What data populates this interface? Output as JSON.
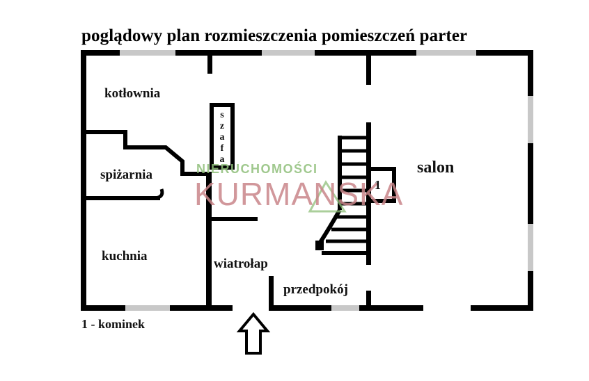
{
  "title": "poglądowy plan rozmieszczenia pomieszczeń parter",
  "rooms": {
    "kotlownia": "kotłownia",
    "spizarnia": "spiżarnia",
    "kuchnia": "kuchnia",
    "wiatrolap": "wiatrołap",
    "przedpokoj": "przedpokój",
    "salon": "salon"
  },
  "wardrobe": {
    "letters": [
      "s",
      "z",
      "a",
      "f",
      "a"
    ]
  },
  "chimney_marker": "1",
  "legend": "1 - kominek",
  "watermark": {
    "top": "NIERUCHOMOŚCI",
    "main": "KURMANSKA"
  },
  "colors": {
    "wall": "#000000",
    "window": "#c8c8c8",
    "watermark_green": "#8fbf7a",
    "watermark_red": "#c9868a"
  },
  "icons": {
    "entrance": "up-arrow-icon"
  }
}
